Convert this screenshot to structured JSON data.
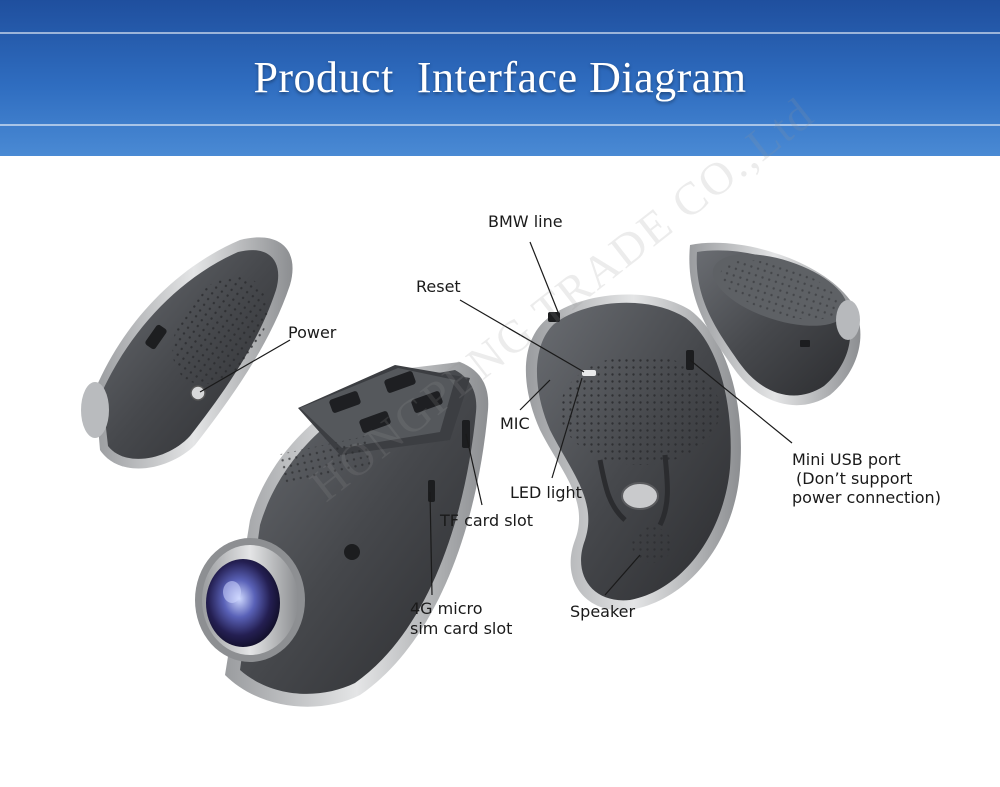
{
  "header": {
    "title": "Product  Interface Diagram"
  },
  "labels": {
    "bmw_line": "BMW line",
    "reset": "Reset",
    "power": "Power",
    "mic": "MIC",
    "led_light": "LED light",
    "tf_card_slot": "TF card slot",
    "mini_usb_port": "Mini USB port",
    "usb_note_1": "(Don’t support",
    "usb_note_2": "power connection)",
    "sim_slot_1": "4G micro",
    "sim_slot_2": "sim card slot",
    "speaker": "Speaker"
  },
  "watermark": {
    "text": "HONGPENG TRADE CO.,Ltd"
  },
  "colors": {
    "banner_top": "#1f4f9e",
    "banner_bottom": "#4a8ad4",
    "device_body": "#4a4c50",
    "device_rim": "#c8cacc"
  }
}
